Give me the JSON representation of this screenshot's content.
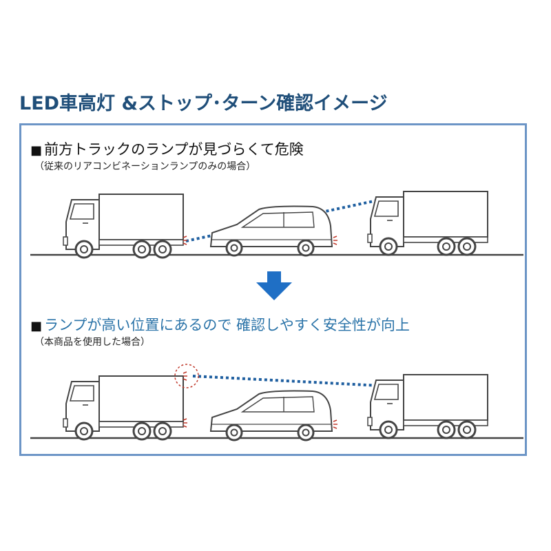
{
  "title": "LED車高灯 &ストップ･ターン確認イメージ",
  "panel_before": {
    "bullet": "■",
    "heading": "前方トラックのランプが見づらくて危険",
    "subheading": "（従来のリアコンビネーションランプのみの場合）"
  },
  "panel_after": {
    "bullet": "■",
    "heading": "ランプが高い位置にあるので 確認しやすく安全性が向上",
    "subheading": "（本商品を使用した場合）"
  },
  "colors": {
    "title": "#1f4e79",
    "frame": "#6c95c6",
    "arrow": "#1f6fc5",
    "sightline": "#1f5fa0",
    "lamp": "#c0392b",
    "highlight_circle": "#c0392b",
    "after_heading": "#2a73a8"
  },
  "icons": [
    "down-arrow-icon",
    "truck-icon",
    "minivan-icon",
    "lamp-highlight-icon"
  ]
}
